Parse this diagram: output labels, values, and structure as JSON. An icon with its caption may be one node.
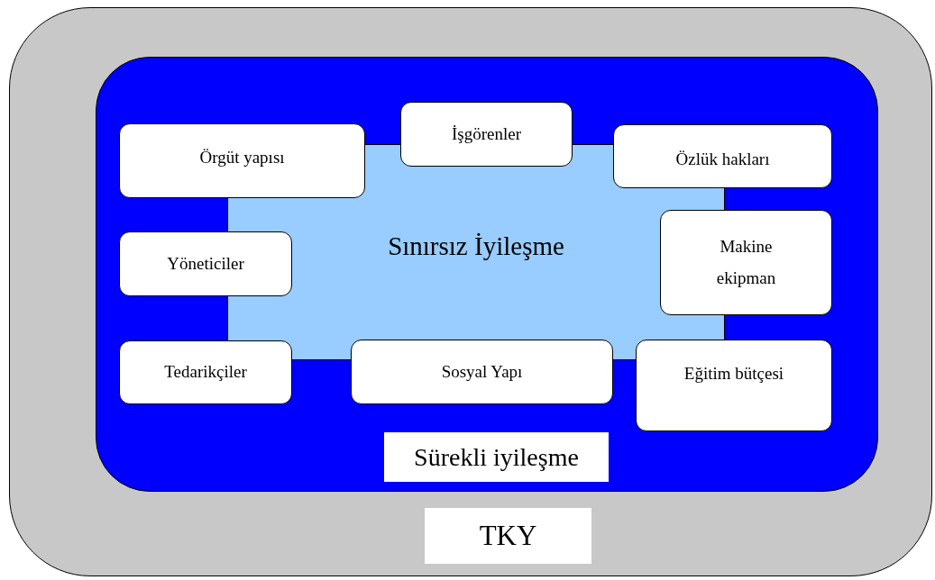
{
  "diagram": {
    "nodes": [
      {
        "text": [
          "TKY"
        ]
      },
      {
        "text": [
          "Sürekli iyileşme"
        ],
        "in": 0
      },
      {
        "text": [
          "Sınırsız İyileşme"
        ],
        "in": 1
      },
      {
        "text": [
          "Örgüt yapısı"
        ],
        "in": 1
      },
      {
        "text": [
          "İşgörenler"
        ],
        "in": 1
      },
      {
        "text": [
          "Özlük hakları"
        ],
        "in": 1
      },
      {
        "text": [
          "Yöneticiler"
        ],
        "in": 1
      },
      {
        "text": [
          "Makine ekipman"
        ],
        "in": 1
      },
      {
        "text": [
          "Tedarikçiler"
        ],
        "in": 1
      },
      {
        "text": [
          "Sosyal Yapı"
        ],
        "in": 1
      },
      {
        "text": [
          "Eğitim bütçesi"
        ],
        "in": 1
      }
    ]
  }
}
